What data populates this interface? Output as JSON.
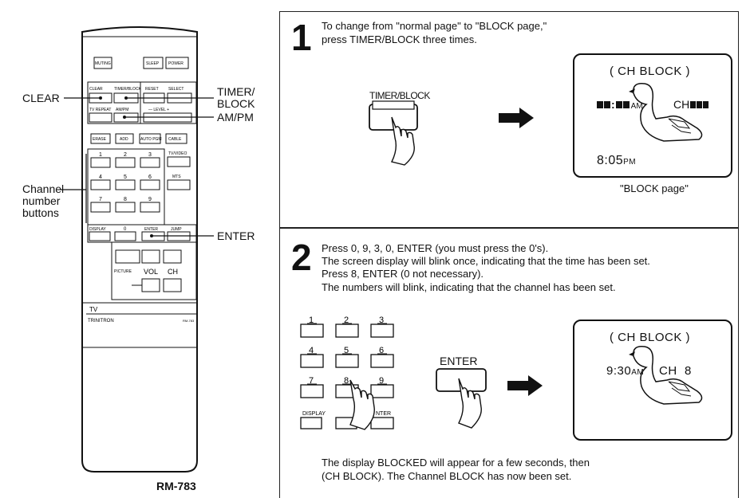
{
  "remote": {
    "model": "RM-783",
    "callouts": {
      "clear": "CLEAR",
      "timer_block": "TIMER/\nBLOCK",
      "ampm": "AM/PM",
      "channel_buttons": "Channel\nnumber\nbuttons",
      "enter": "ENTER"
    },
    "button_labels": {
      "muting": "MUTING",
      "sleep": "SLEEP",
      "power": "POWER",
      "clear": "CLEAR",
      "timer_block": "TIMER/BLOCK",
      "reset": "RESET",
      "select": "SELECT",
      "tv_repeat": "TV REPEAT",
      "ampm": "AM/PM",
      "level": "— LEVEL +",
      "erase": "ERASE",
      "add": "ADD",
      "auto_prog": "AUTO PGM",
      "cable": "CABLE",
      "tv_video": "TV/VIDEO",
      "mts": "MTS",
      "display": "DISPLAY",
      "zero": "0",
      "enter": "ENTER",
      "jump": "JUMP",
      "picture": "PICTURE",
      "vol": "VOL",
      "ch": "CH",
      "tv": "TV",
      "trinitron": "TRINITRON",
      "model_small": "RM-783"
    },
    "digits": [
      "1",
      "2",
      "3",
      "4",
      "5",
      "6",
      "7",
      "8",
      "9"
    ]
  },
  "step1": {
    "number": "1",
    "text_line1": "To change from \"normal page\" to \"BLOCK page,\"",
    "text_line2": "press TIMER/BLOCK three times.",
    "button_label": "TIMER/BLOCK",
    "screen": {
      "title": "( CH BLOCK )",
      "time_ampm": "AM",
      "ch": "CH",
      "clock": "8:05",
      "clock_ampm": "PM"
    },
    "caption": "\"BLOCK page\""
  },
  "step2": {
    "number": "2",
    "text_lines": [
      "Press 0, 9, 3, 0, ENTER (you must press the 0's).",
      "The screen display will blink once, indicating that the time has been set.",
      "Press 8, ENTER (0 not necessary).",
      "The numbers will blink, indicating that the channel has been set."
    ],
    "keypad_digits": [
      "1",
      "2",
      "3",
      "4",
      "5",
      "6",
      "7",
      "8",
      "9"
    ],
    "keypad_display": "DISPLAY",
    "keypad_enter": "NTER",
    "enter_label": "ENTER",
    "screen": {
      "title": "( CH BLOCK )",
      "time": "9:30",
      "ampm": "AM",
      "ch": "CH",
      "channel": "8"
    },
    "footer_line1": "The display BLOCKED will appear for a few seconds, then",
    "footer_line2": "(CH BLOCK). The Channel BLOCK has now been set."
  }
}
